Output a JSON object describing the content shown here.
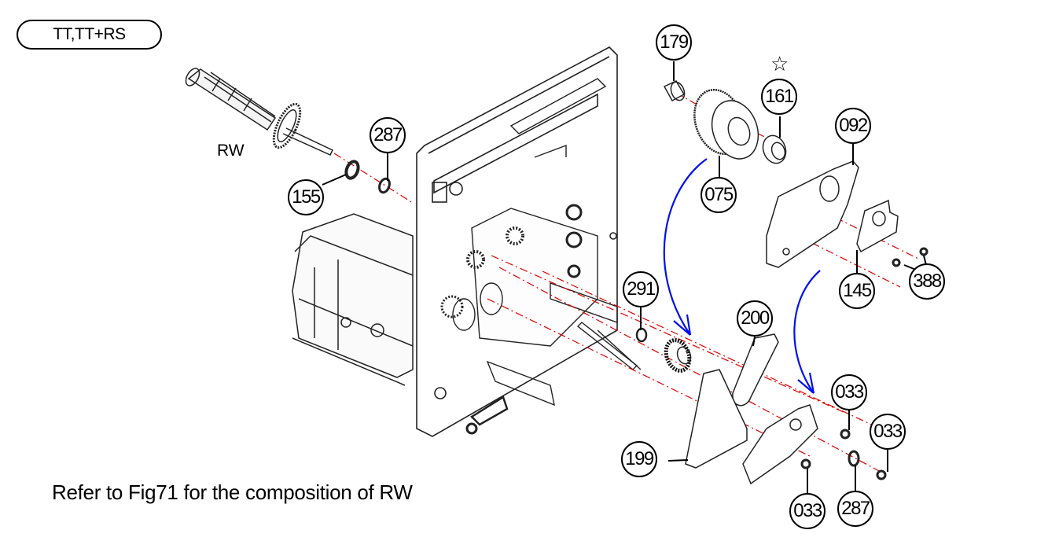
{
  "diagram": {
    "variant_label": "TT,TT+RS",
    "assembly_label": "RW",
    "note": "Refer to Fig71 for the composition of RW",
    "star_symbol": "☆",
    "colors": {
      "leader_line": "#000000",
      "axis_line": "#e00000",
      "flow_arrow": "#0010ee",
      "part_outline": "#222222"
    },
    "callouts": [
      {
        "id": "c179",
        "part": "179"
      },
      {
        "id": "c161",
        "part": "161",
        "starred": true
      },
      {
        "id": "c287a",
        "part": "287"
      },
      {
        "id": "c155",
        "part": "155"
      },
      {
        "id": "c092",
        "part": "092"
      },
      {
        "id": "c075",
        "part": "075"
      },
      {
        "id": "c145",
        "part": "145"
      },
      {
        "id": "c388",
        "part": "388"
      },
      {
        "id": "c291",
        "part": "291"
      },
      {
        "id": "c200",
        "part": "200"
      },
      {
        "id": "c033a",
        "part": "033"
      },
      {
        "id": "c033b",
        "part": "033"
      },
      {
        "id": "c199",
        "part": "199"
      },
      {
        "id": "c033c",
        "part": "033"
      },
      {
        "id": "c287b",
        "part": "287"
      }
    ]
  }
}
